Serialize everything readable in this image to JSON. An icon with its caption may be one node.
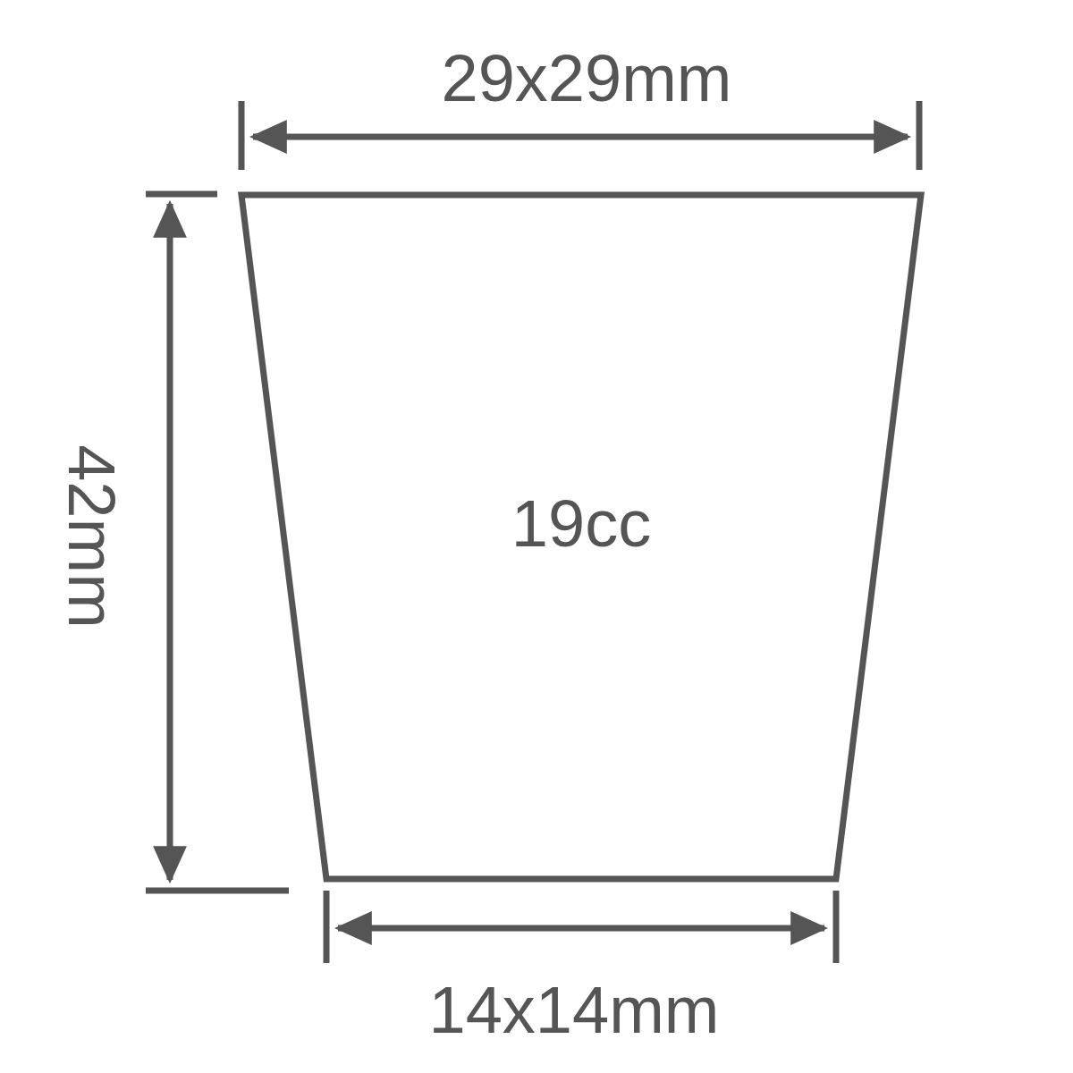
{
  "diagram": {
    "nodes": [
      {
        "text": [
          "19cc"
        ]
      }
    ],
    "labels": [
      "29x29mm",
      "42mm",
      "14x14mm"
    ]
  }
}
